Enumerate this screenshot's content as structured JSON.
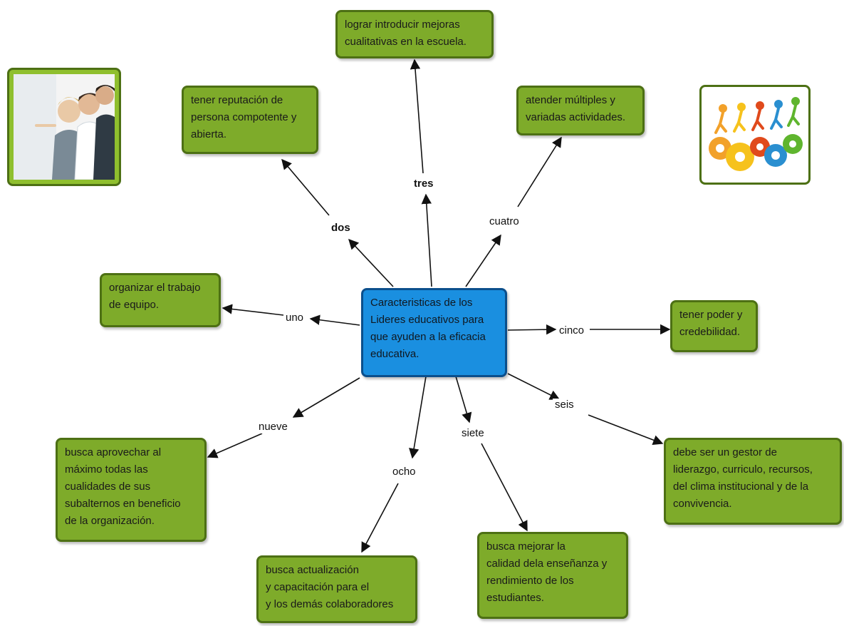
{
  "center": {
    "text": "Caracteristicas de los\nLideres educativos para\nque ayuden a la eficacia\neducativa."
  },
  "nodes": {
    "uno": "organizar el trabajo\nde equipo.",
    "dos": "tener reputación de\npersona compotente y\nabierta.",
    "tres": "lograr introducir mejoras\ncualitativas en la escuela.",
    "cuatro": "atender múltiples y\nvariadas actividades.",
    "cinco": "tener poder y\ncredebilidad.",
    "seis": "debe ser un gestor de\nliderazgo, curriculo, recursos,\ndel clima institucional y de la\nconvivencia.",
    "siete": "busca mejorar la\ncalidad dela enseñanza y\nrendimiento de los\nestudiantes.",
    "ocho": "busca actualización\ny capacitación para el\ny los demás colaboradores",
    "nueve": "busca aprovechar al\nmáximo todas las\ncualidades de sus\nsubalternos en beneficio\nde la organización."
  },
  "labels": {
    "uno": "uno",
    "dos": "dos",
    "tres": "tres",
    "cuatro": "cuatro",
    "cinco": "cinco",
    "seis": "seis",
    "siete": "siete",
    "ocho": "ocho",
    "nueve": "nueve"
  },
  "images": {
    "left": "business-team-photo",
    "right": "gears-people-icon"
  },
  "colors": {
    "node_fill": "#7eab2a",
    "node_border": "#4d7014",
    "center_fill": "#1a8fe0",
    "center_border": "#0b4f8c",
    "edge": "#111111"
  }
}
